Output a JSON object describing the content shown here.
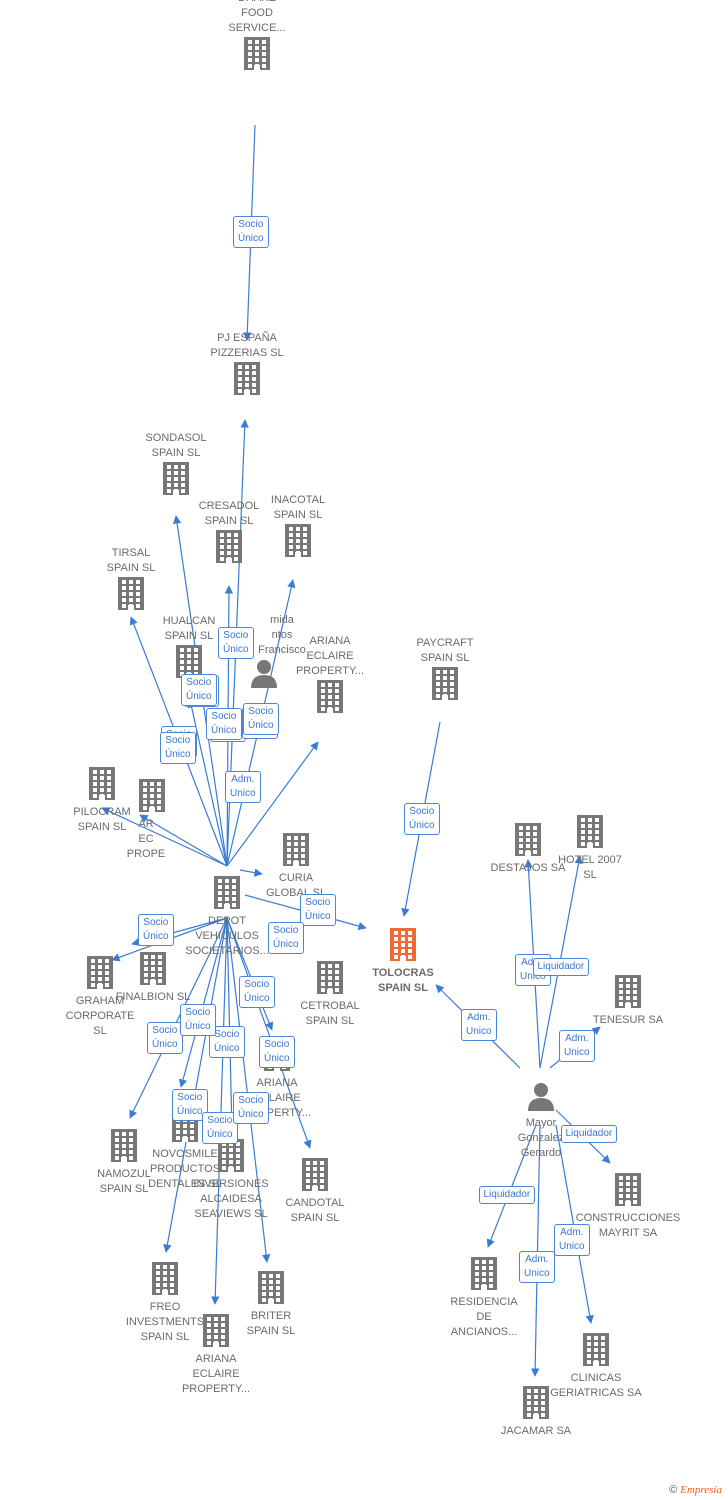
{
  "colors": {
    "edge": "#3a7bd5",
    "building": "#777777",
    "focus": "#f06a35",
    "person": "#777777"
  },
  "nodes": [
    {
      "id": "drake",
      "label": "DRAKE\nFOOD\nSERVICE...",
      "icon": "building"
    },
    {
      "id": "pj",
      "label": "PJ ESPAÑA\nPIZZERIAS SL",
      "icon": "building"
    },
    {
      "id": "sondasol",
      "label": "SONDASOL\nSPAIN SL",
      "icon": "building"
    },
    {
      "id": "cresadol",
      "label": "CRESADOL\nSPAIN SL",
      "icon": "building"
    },
    {
      "id": "inacotal",
      "label": "INACOTAL\nSPAIN SL",
      "icon": "building"
    },
    {
      "id": "tirsal",
      "label": "TIRSAL\nSPAIN SL",
      "icon": "building"
    },
    {
      "id": "hualcan",
      "label": "HUALCAN\nSPAIN SL",
      "icon": "building"
    },
    {
      "id": "almida",
      "label": "mida\nntos\nFrancisco",
      "icon": "person"
    },
    {
      "id": "ariana1",
      "label": "ARIANA\nECLAIRE\nPROPERTY...",
      "icon": "building"
    },
    {
      "id": "paycraft",
      "label": "PAYCRAFT\nSPAIN SL",
      "icon": "building"
    },
    {
      "id": "pilocram",
      "label": "PILOCRAM\nSPAIN SL",
      "icon": "building"
    },
    {
      "id": "ariana2",
      "label": "AR\nEC\nPROPE",
      "icon": "building"
    },
    {
      "id": "curia",
      "label": "CURIA\nGLOBAL SL",
      "icon": "building"
    },
    {
      "id": "destajos",
      "label": "DESTAJOS SA",
      "icon": "building"
    },
    {
      "id": "hotel2007",
      "label": "HOTEL 2007\nSL",
      "icon": "building"
    },
    {
      "id": "depot",
      "label": "DEPOT\nVEHICULOS\nSOCIETARIOS...",
      "icon": "building"
    },
    {
      "id": "tolocras",
      "label": "TOLOCRAS\nSPAIN SL",
      "icon": "building",
      "focus": true
    },
    {
      "id": "finalbion",
      "label": "FINALBION SL",
      "icon": "building"
    },
    {
      "id": "graham",
      "label": "GRAHAM\nCORPORATE\nSL",
      "icon": "building"
    },
    {
      "id": "cetrobal",
      "label": "CETROBAL\nSPAIN SL",
      "icon": "building"
    },
    {
      "id": "tenesur",
      "label": "TENESUR SA",
      "icon": "building"
    },
    {
      "id": "ariana3",
      "label": "ARIANA\nECLAIRE\nPROPERTY...",
      "icon": "building"
    },
    {
      "id": "mayor",
      "label": "Mayor\nGonzalez\nGerardo",
      "icon": "person"
    },
    {
      "id": "namozul",
      "label": "NAMOZUL\nSPAIN SL",
      "icon": "building"
    },
    {
      "id": "novosmile",
      "label": "NOVOSMILE\nPRODUCTOS\nDENTALES SL",
      "icon": "building"
    },
    {
      "id": "inversiones",
      "label": "INVERSIONES\nALCAIDESA\nSEAVIEWS SL",
      "icon": "building"
    },
    {
      "id": "candotal",
      "label": "CANDOTAL\nSPAIN SL",
      "icon": "building"
    },
    {
      "id": "construcciones",
      "label": "CONSTRUCCIONES\nMAYRIT SA",
      "icon": "building"
    },
    {
      "id": "freo",
      "label": "FREO\nINVESTMENTS\nSPAIN SL",
      "icon": "building"
    },
    {
      "id": "briter",
      "label": "BRITER\nSPAIN SL",
      "icon": "building"
    },
    {
      "id": "ariana4",
      "label": "ARIANA\nECLAIRE\nPROPERTY...",
      "icon": "building"
    },
    {
      "id": "residencia",
      "label": "RESIDENCIA\nDE\nANCIANOS...",
      "icon": "building"
    },
    {
      "id": "clinicas",
      "label": "CLINICAS\nGERIATRICAS SA",
      "icon": "building"
    },
    {
      "id": "jacamar",
      "label": "JACAMAR SA",
      "icon": "building"
    }
  ],
  "badges": [
    {
      "text": "Socio\nÚnico"
    },
    {
      "text": "Socio\nÚnico"
    },
    {
      "text": "Socio\nÚnico"
    },
    {
      "text": "Socio\nÚnico"
    },
    {
      "text": "Socio\nÚnico"
    },
    {
      "text": "Socio\nÚnico"
    },
    {
      "text": "Socio\nÚnico"
    },
    {
      "text": "Adm.\nUnico"
    },
    {
      "text": "Socio\nÚnico"
    },
    {
      "text": "Socio\nÚnico"
    },
    {
      "text": "Socio\nÚnico"
    },
    {
      "text": "Socio\nÚnico"
    },
    {
      "text": "Socio\nÚnico"
    },
    {
      "text": "Socio\nÚnico"
    },
    {
      "text": "Socio\nÚnico"
    },
    {
      "text": "Socio\nÚnico"
    },
    {
      "text": "Socio\nÚnico"
    },
    {
      "text": "Socio\nÚnico"
    },
    {
      "text": "Socio\nÚnico"
    },
    {
      "text": "Socio\nÚnico"
    },
    {
      "text": "Socio\nÚnico"
    },
    {
      "text": "Socio\nÚnico"
    },
    {
      "text": "Socio\nÚnico"
    },
    {
      "text": "Adm.\nUnico"
    },
    {
      "text": "Adm.\nUnico"
    },
    {
      "text": "Liquidador"
    },
    {
      "text": "Adm.\nUnico"
    },
    {
      "text": "Liquidador"
    },
    {
      "text": "Liquidador"
    },
    {
      "text": "Adm.\nUnico"
    },
    {
      "text": "Adm.\nUnico"
    }
  ],
  "edges": [
    {
      "from": "drake",
      "to": "pj"
    },
    {
      "from": "depot",
      "to": "pj"
    },
    {
      "from": "depot",
      "to": "sondasol"
    },
    {
      "from": "depot",
      "to": "cresadol"
    },
    {
      "from": "depot",
      "to": "inacotal"
    },
    {
      "from": "depot",
      "to": "tirsal"
    },
    {
      "from": "depot",
      "to": "hualcan"
    },
    {
      "from": "depot",
      "to": "ariana1"
    },
    {
      "from": "depot",
      "to": "pilocram"
    },
    {
      "from": "depot",
      "to": "ariana2"
    },
    {
      "from": "depot",
      "to": "curia"
    },
    {
      "from": "depot",
      "to": "tolocras"
    },
    {
      "from": "paycraft",
      "to": "tolocras"
    },
    {
      "from": "depot",
      "to": "finalbion"
    },
    {
      "from": "depot",
      "to": "graham"
    },
    {
      "from": "depot",
      "to": "ariana3"
    },
    {
      "from": "depot",
      "to": "namozul"
    },
    {
      "from": "depot",
      "to": "novosmile"
    },
    {
      "from": "depot",
      "to": "inversiones"
    },
    {
      "from": "depot",
      "to": "candotal"
    },
    {
      "from": "depot",
      "to": "freo"
    },
    {
      "from": "depot",
      "to": "briter"
    },
    {
      "from": "depot",
      "to": "ariana4"
    },
    {
      "from": "mayor",
      "to": "tolocras"
    },
    {
      "from": "mayor",
      "to": "destajos"
    },
    {
      "from": "mayor",
      "to": "hotel2007"
    },
    {
      "from": "mayor",
      "to": "tenesur"
    },
    {
      "from": "mayor",
      "to": "construcciones"
    },
    {
      "from": "mayor",
      "to": "residencia"
    },
    {
      "from": "mayor",
      "to": "clinicas"
    },
    {
      "from": "mayor",
      "to": "jacamar"
    }
  ],
  "footer": {
    "copyright": "©",
    "brand": "Empresia"
  }
}
